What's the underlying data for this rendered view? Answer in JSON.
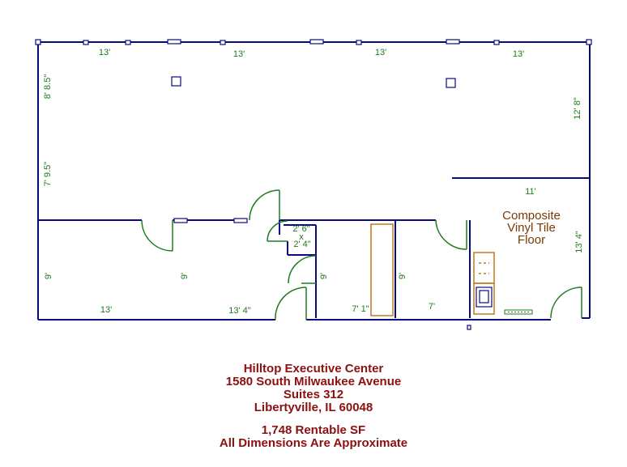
{
  "dimensions": {
    "top_1": "13'",
    "top_2": "13'",
    "top_3": "13'",
    "top_4": "13'",
    "left_upper": "8' 8.5\"",
    "left_lower": "7' 9.5\"",
    "right_upper": "12' 8\"",
    "right_lower": "13' 4\"",
    "kitchen_width": "11'",
    "closet_1": "2' 6\"",
    "closet_x": "x",
    "closet_2": "2' 4\"",
    "office1_height": "9'",
    "office2_height": "9'",
    "office3_height": "9'",
    "office4_height": "9'",
    "bottom_office1": "13'",
    "bottom_office2": "13' 4\"",
    "bottom_office3": "7' 1\"",
    "bottom_office4": "7'"
  },
  "floor_note": {
    "line1": "Composite",
    "line2": "Vinyl Tile",
    "line3": "Floor"
  },
  "title_block": {
    "name": "Hilltop Executive Center",
    "street": "1580 South Milwaukee Avenue",
    "suite": "Suites 312",
    "city": "Libertyville, IL 60048",
    "area": "1,748 Rentable SF",
    "disclaimer": "All Dimensions Are Approximate"
  },
  "colors": {
    "walls": "#0a0a80",
    "doors": "#1f7a1f",
    "dimensions": "#1f7a1f",
    "cabinets": "#c07a20",
    "title": "#8b1010"
  }
}
